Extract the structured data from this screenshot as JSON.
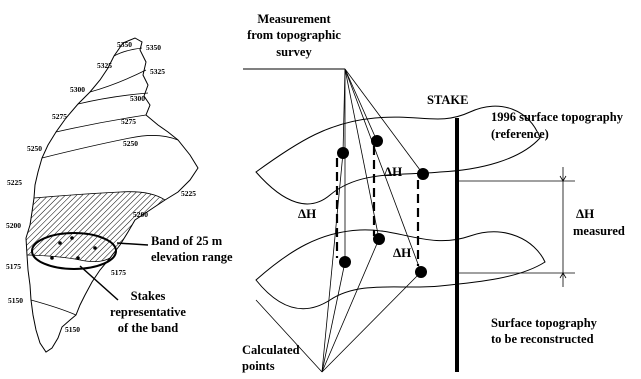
{
  "glacier_map": {
    "contour_labels": [
      "5350",
      "5350",
      "5325",
      "5325",
      "5300",
      "5300",
      "5275",
      "5275",
      "5250",
      "5250",
      "5225",
      "5225",
      "5200",
      "5200",
      "5175",
      "5175",
      "5150",
      "5150"
    ],
    "band_label": [
      "Band of 25 m",
      "elevation range"
    ],
    "stakes_label": [
      "Stakes",
      "representative",
      "of the band"
    ]
  },
  "cross_section": {
    "survey_label": [
      "Measurement",
      "from topographic",
      "survey"
    ],
    "stake_label": "STAKE",
    "reference_label": [
      "1996 surface topography",
      "(reference)"
    ],
    "delta_h_symbol": "ΔH",
    "measured_label": [
      "ΔH",
      "measured"
    ],
    "reconstruct_label": [
      "Surface topography",
      "to be reconstructed"
    ],
    "calculated_label": [
      "Calculated",
      "points"
    ]
  }
}
